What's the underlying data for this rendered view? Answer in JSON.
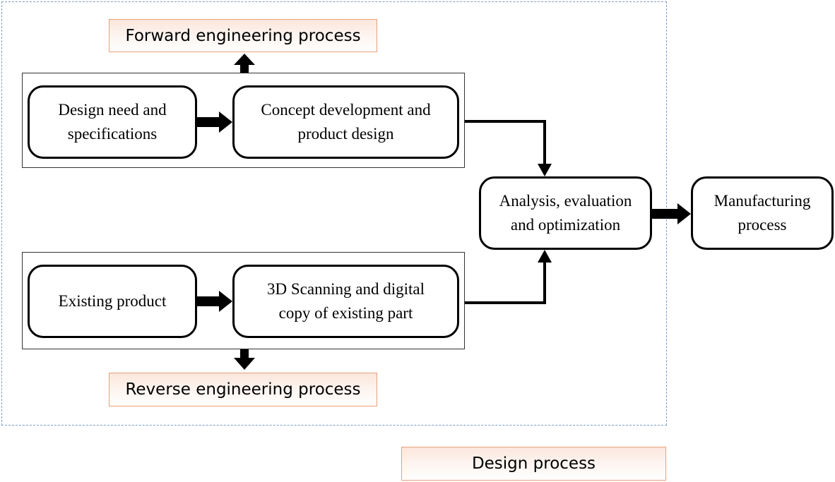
{
  "labels": {
    "forward": "Forward engineering process",
    "reverse": "Reverse engineering process",
    "design": "Design process"
  },
  "nodes": {
    "design_need": "Design need and\nspecifications",
    "concept_development": "Concept development and\nproduct design",
    "existing_product": "Existing product",
    "scanning": "3D Scanning and digital\ncopy of existing part",
    "analysis": "Analysis, evaluation\nand optimization",
    "manufacturing": "Manufacturing\nprocess"
  }
}
